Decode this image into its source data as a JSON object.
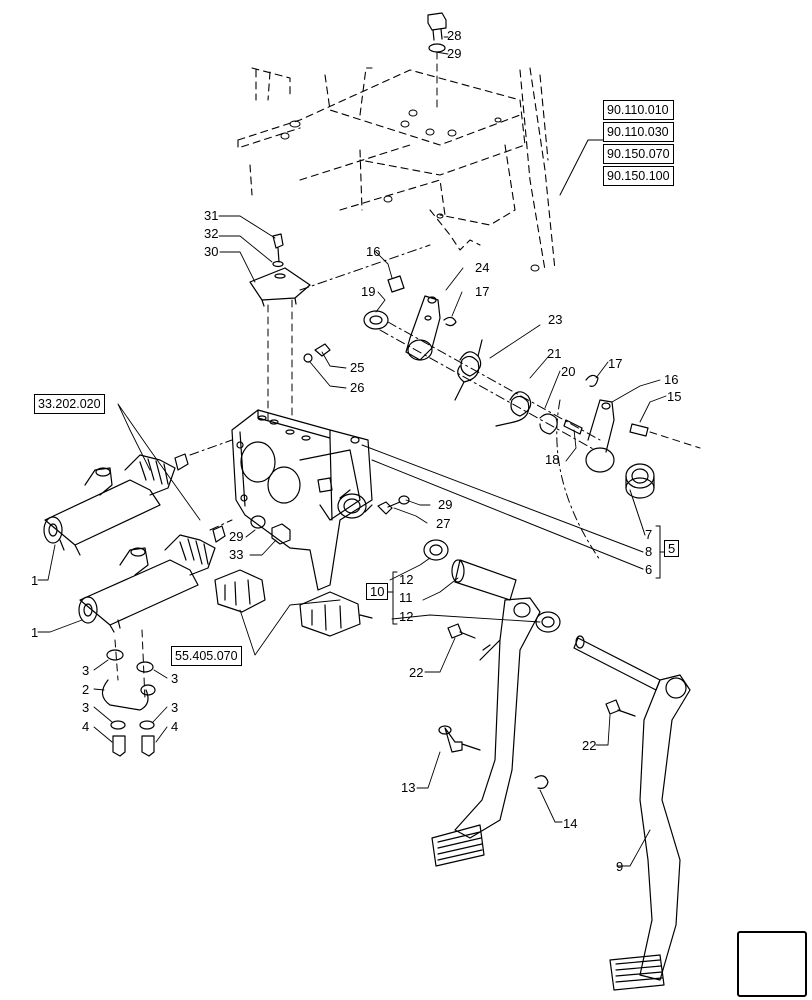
{
  "reference_codes": {
    "top_right": [
      "90.110.010",
      "90.110.030",
      "90.150.070",
      "90.150.100"
    ],
    "master_cylinder": "33.202.020",
    "switches": "55.405.070"
  },
  "group_boxes": {
    "bushing_group": "5",
    "pedal_group": "10"
  },
  "callouts": {
    "c28": "28",
    "c29a": "29",
    "c31": "31",
    "c32": "32",
    "c30": "30",
    "c16a": "16",
    "c24": "24",
    "c19": "19",
    "c17a": "17",
    "c23": "23",
    "c25": "25",
    "c26": "26",
    "c21": "21",
    "c20": "20",
    "c17b": "17",
    "c16b": "16",
    "c15": "15",
    "c18": "18",
    "c29b": "29",
    "c27": "27",
    "c29c": "29",
    "c33": "33",
    "c7": "7",
    "c8": "8",
    "c6": "6",
    "c12a": "12",
    "c11": "11",
    "c12b": "12",
    "c1a": "1",
    "c1b": "1",
    "c3a": "3",
    "c2": "2",
    "c3b": "3",
    "c4a": "4",
    "c3c": "3",
    "c3d": "3",
    "c4b": "4",
    "c22a": "22",
    "c22b": "22",
    "c13": "13",
    "c14": "14",
    "c9": "9"
  },
  "icons": {
    "navigation": "next-page-arrow-icon"
  },
  "colors": {
    "line": "#000000",
    "background": "#ffffff"
  }
}
